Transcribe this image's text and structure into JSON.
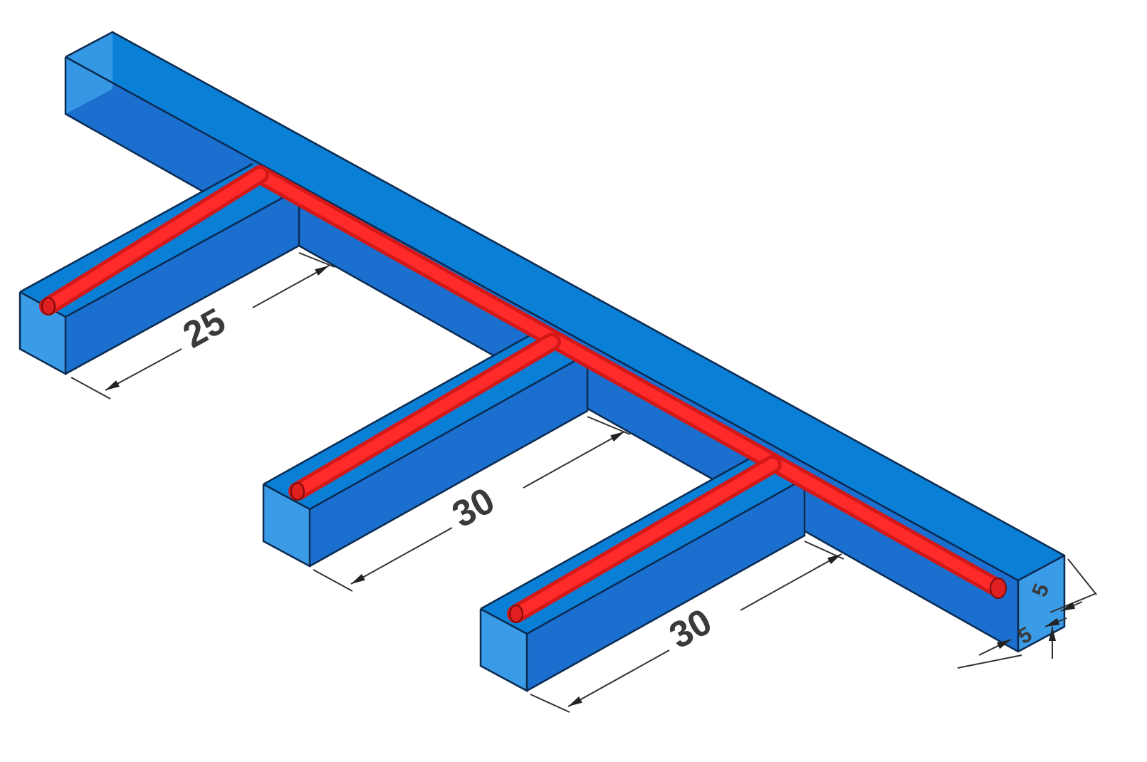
{
  "diagram": {
    "colors": {
      "channel_top": "#0a7fd6",
      "channel_side": "#1a6fcf",
      "channel_end": "#3a9be6",
      "tube": "#ff2a2a",
      "tube_dark": "#d41818",
      "edge": "#0a2a50",
      "dimension": "#333333"
    },
    "dimensions": [
      {
        "id": "branch-1-length",
        "label": "25"
      },
      {
        "id": "branch-spacing-1",
        "label": "30"
      },
      {
        "id": "branch-spacing-2",
        "label": "30"
      },
      {
        "id": "channel-width",
        "label": "5"
      },
      {
        "id": "channel-height",
        "label": "5"
      }
    ]
  }
}
